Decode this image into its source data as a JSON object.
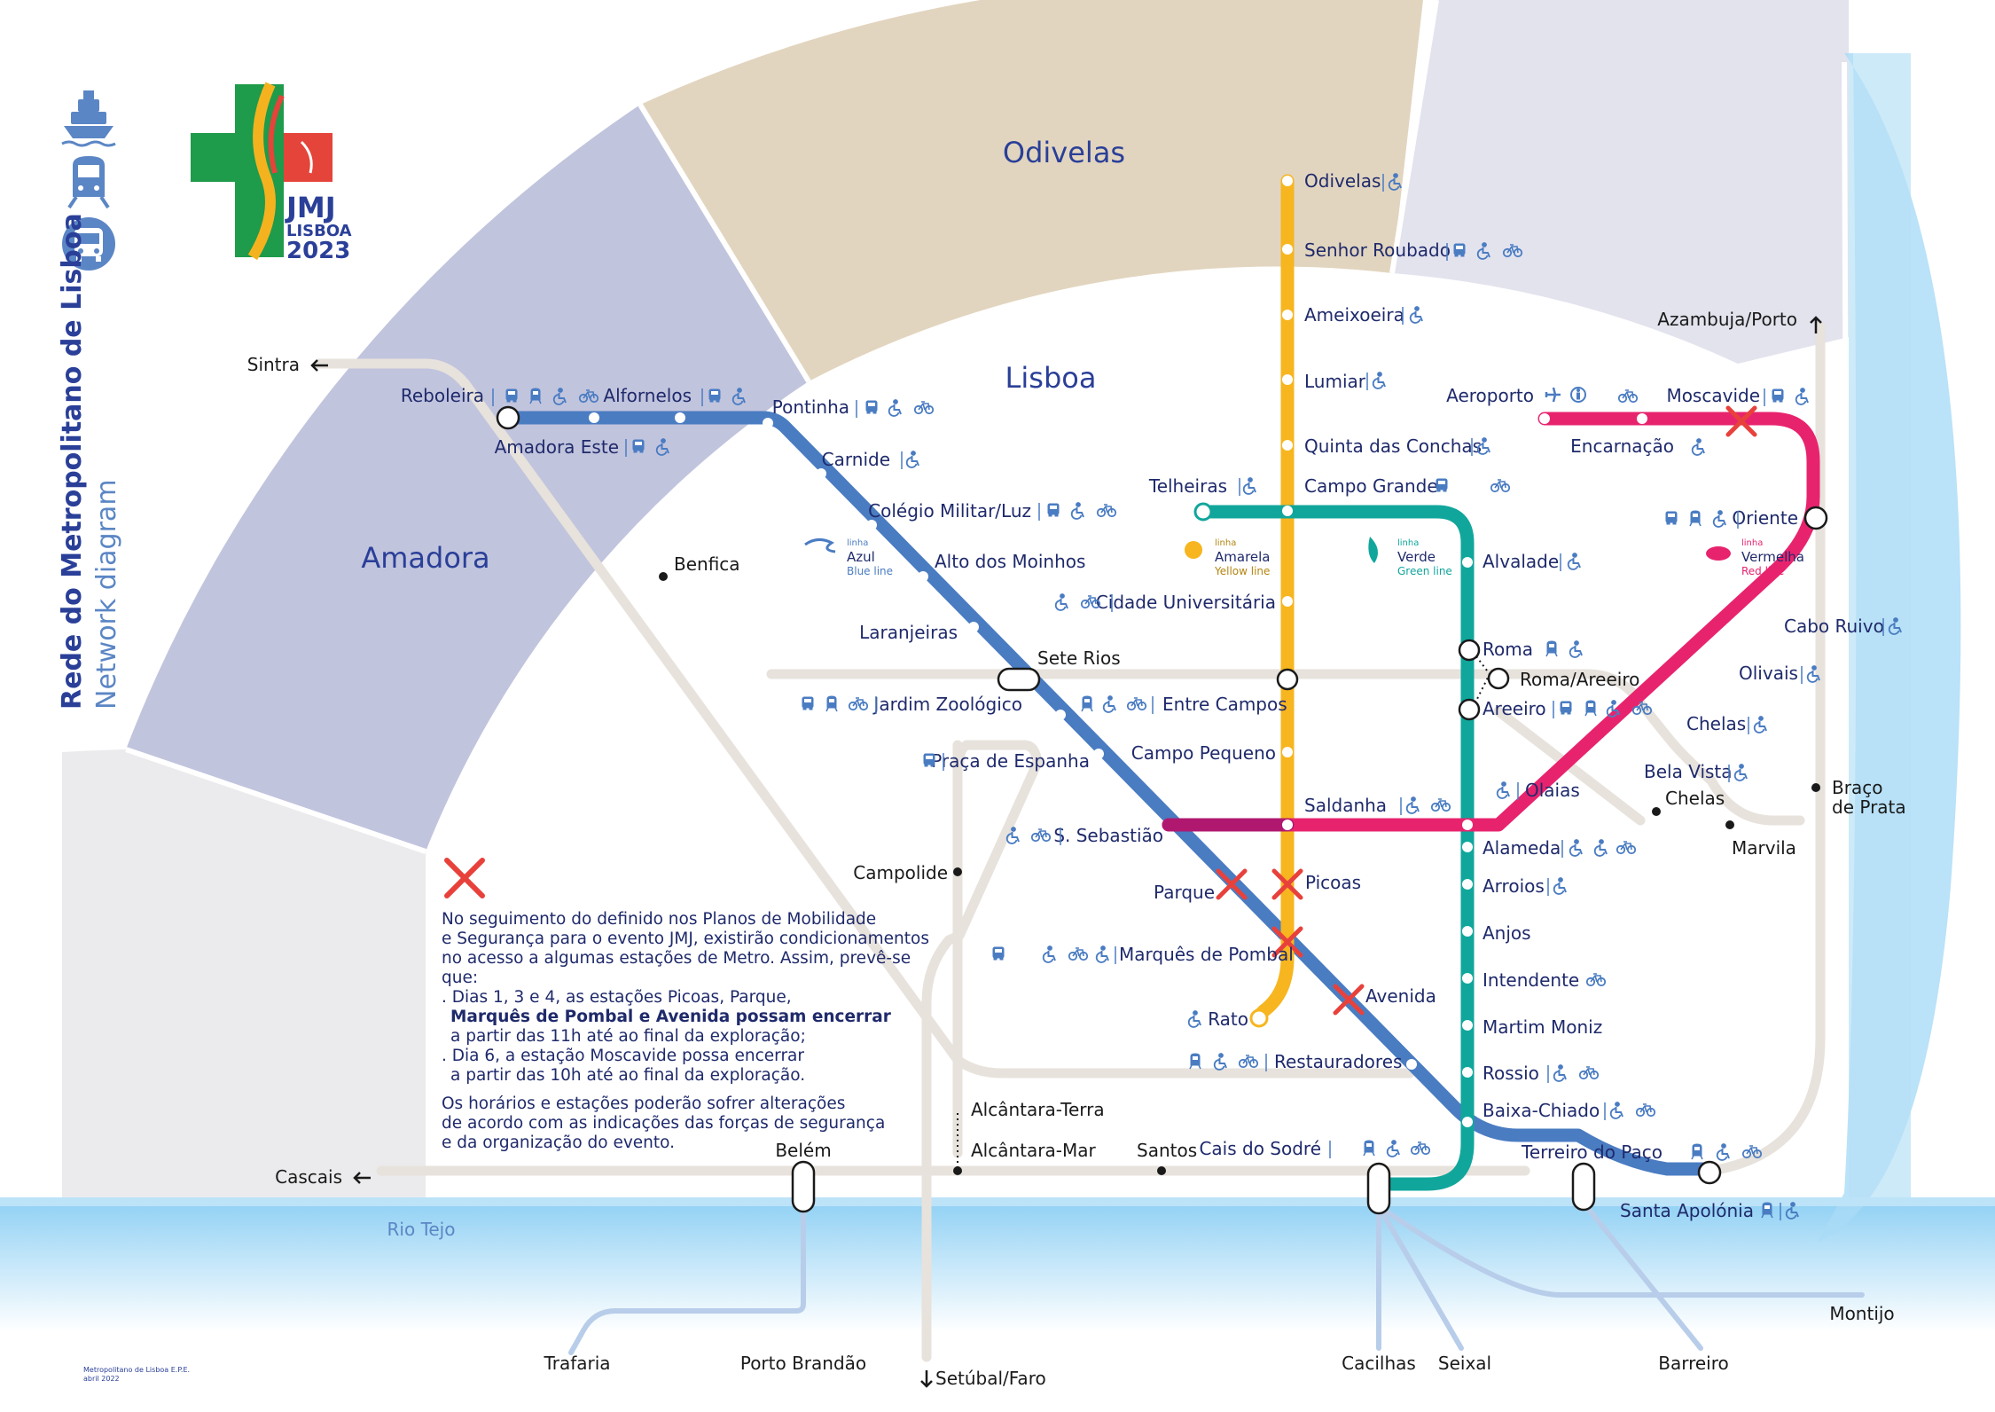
{
  "title": "Rede do Metropolitano de Lisboa",
  "subtitle": "Network diagram",
  "logo": {
    "line1": "JMJ",
    "line2": "LISBOA",
    "line3": "2023"
  },
  "regions": {
    "odivelas": "Odivelas",
    "lisboa": "Lisboa",
    "amadora": "Amadora",
    "river": "Rio Tejo"
  },
  "colors": {
    "blue_line": "#4a7cc2",
    "yellow_line": "#f7b51f",
    "green_line": "#11a69c",
    "red_line": "#e8236e",
    "rail": "#e7e2dc",
    "ferry": "#b8cde9",
    "text": "#1f2a6b",
    "closed": "#e8413b"
  },
  "lines": [
    {
      "id": "blue",
      "name": "linha Azul",
      "name_en": "Blue line",
      "color": "#4a7cc2"
    },
    {
      "id": "yellow",
      "name": "linha Amarela",
      "name_en": "Yellow line",
      "color": "#f7b51f"
    },
    {
      "id": "green",
      "name": "linha Verde",
      "name_en": "Green line",
      "color": "#11a69c"
    },
    {
      "id": "red",
      "name": "linha Vermelha",
      "name_en": "Red line",
      "color": "#e8236e"
    }
  ],
  "legend": {
    "blue": {
      "linha": "linha",
      "name": "Azul",
      "en": "Blue line"
    },
    "yellow": {
      "linha": "linha",
      "name": "Amarela",
      "en": "Yellow line"
    },
    "green": {
      "linha": "linha",
      "name": "Verde",
      "en": "Green line"
    },
    "red": {
      "linha": "linha",
      "name": "Vermelha",
      "en": "Red line"
    }
  },
  "stations": {
    "reboleira": "Reboleira",
    "amadora_este": "Amadora Este",
    "alfornelos": "Alfornelos",
    "pontinha": "Pontinha",
    "carnide": "Carnide",
    "colegio_militar": "Colégio Militar/Luz",
    "alto_moinhos": "Alto dos Moinhos",
    "laranjeiras": "Laranjeiras",
    "jardim_zoologico": "Jardim Zoológico",
    "praca_espanha": "Praça de Espanha",
    "s_sebastiao": "S. Sebastião",
    "parque": "Parque",
    "marques_pombal": "Marquês de Pombal",
    "avenida": "Avenida",
    "restauradores": "Restauradores",
    "baixa_chiado": "Baixa-Chiado",
    "terreiro_paco": "Terreiro do Paço",
    "santa_apolonia": "Santa Apolónia",
    "odivelas": "Odivelas",
    "senhor_roubado": "Senhor Roubado",
    "ameixoeira": "Ameixoeira",
    "lumiar": "Lumiar",
    "quinta_conchas": "Quinta das Conchas",
    "campo_grande": "Campo Grande",
    "cidade_universitaria": "Cidade Universitária",
    "entre_campos": "Entre Campos",
    "campo_pequeno": "Campo Pequeno",
    "saldanha": "Saldanha",
    "picoas": "Picoas",
    "rato": "Rato",
    "telheiras": "Telheiras",
    "alvalade": "Alvalade",
    "roma": "Roma",
    "areeiro": "Areeiro",
    "alameda": "Alameda",
    "arroios": "Arroios",
    "anjos": "Anjos",
    "intendente": "Intendente",
    "martim_moniz": "Martim Moniz",
    "rossio": "Rossio",
    "cais_sodre": "Cais do Sodré",
    "aeroporto": "Aeroporto",
    "encarnacao": "Encarnação",
    "moscavide": "Moscavide",
    "oriente": "Oriente",
    "cabo_ruivo": "Cabo Ruivo",
    "olivais": "Olivais",
    "chelas": "Chelas",
    "bela_vista": "Bela Vista",
    "olaias": "Olaias"
  },
  "rail_places": {
    "sintra": "Sintra",
    "benfica": "Benfica",
    "sete_rios": "Sete Rios",
    "roma_areeiro": "Roma/Areeiro",
    "azambuja_porto": "Azambuja/Porto",
    "chelas_rail": "Chelas",
    "marvila": "Marvila",
    "braco_prata_1": "Braço",
    "braco_prata_2": "de Prata",
    "campolide": "Campolide",
    "alcantara_terra": "Alcântara-Terra",
    "alcantara_mar": "Alcântara-Mar",
    "santos": "Santos",
    "belem": "Belém",
    "cascais": "Cascais",
    "trafaria": "Trafaria",
    "porto_brandao": "Porto Brandão",
    "setubal_faro": "Setúbal/Faro",
    "cacilhas": "Cacilhas",
    "seixal": "Seixal",
    "barreiro": "Barreiro",
    "montijo": "Montijo"
  },
  "notice": {
    "intro": [
      "No seguimento do definido nos Planos de Mobilidade",
      "e Segurança para o evento JMJ, existirão condicionamentos",
      "no acesso a algumas estações de Metro. Assim, prevê-se que:"
    ],
    "item1": ". Dias 1, 3 e 4, as estações Picoas, Parque,",
    "item1b": "Marquês de Pombal e Avenida possam encerrar",
    "item1c": "a partir das 11h até ao final da exploração;",
    "item2": ". Dia 6, a estação Moscavide possa encerrar",
    "item2b": "a partir das 10h até ao final da exploração.",
    "outro": [
      "Os horários e estações poderão sofrer alterações",
      "de acordo com as indicações das forças de segurança",
      "e da organização do evento."
    ]
  },
  "footer": {
    "line1": "Metropolitano de Lisboa E.P.E.",
    "line2": "abril 2022"
  },
  "icons": [
    "ferry-icon",
    "train-icon",
    "bus-icon",
    "wheelchair-icon",
    "bike-icon",
    "plane-icon",
    "info-icon",
    "closed-cross-icon"
  ]
}
